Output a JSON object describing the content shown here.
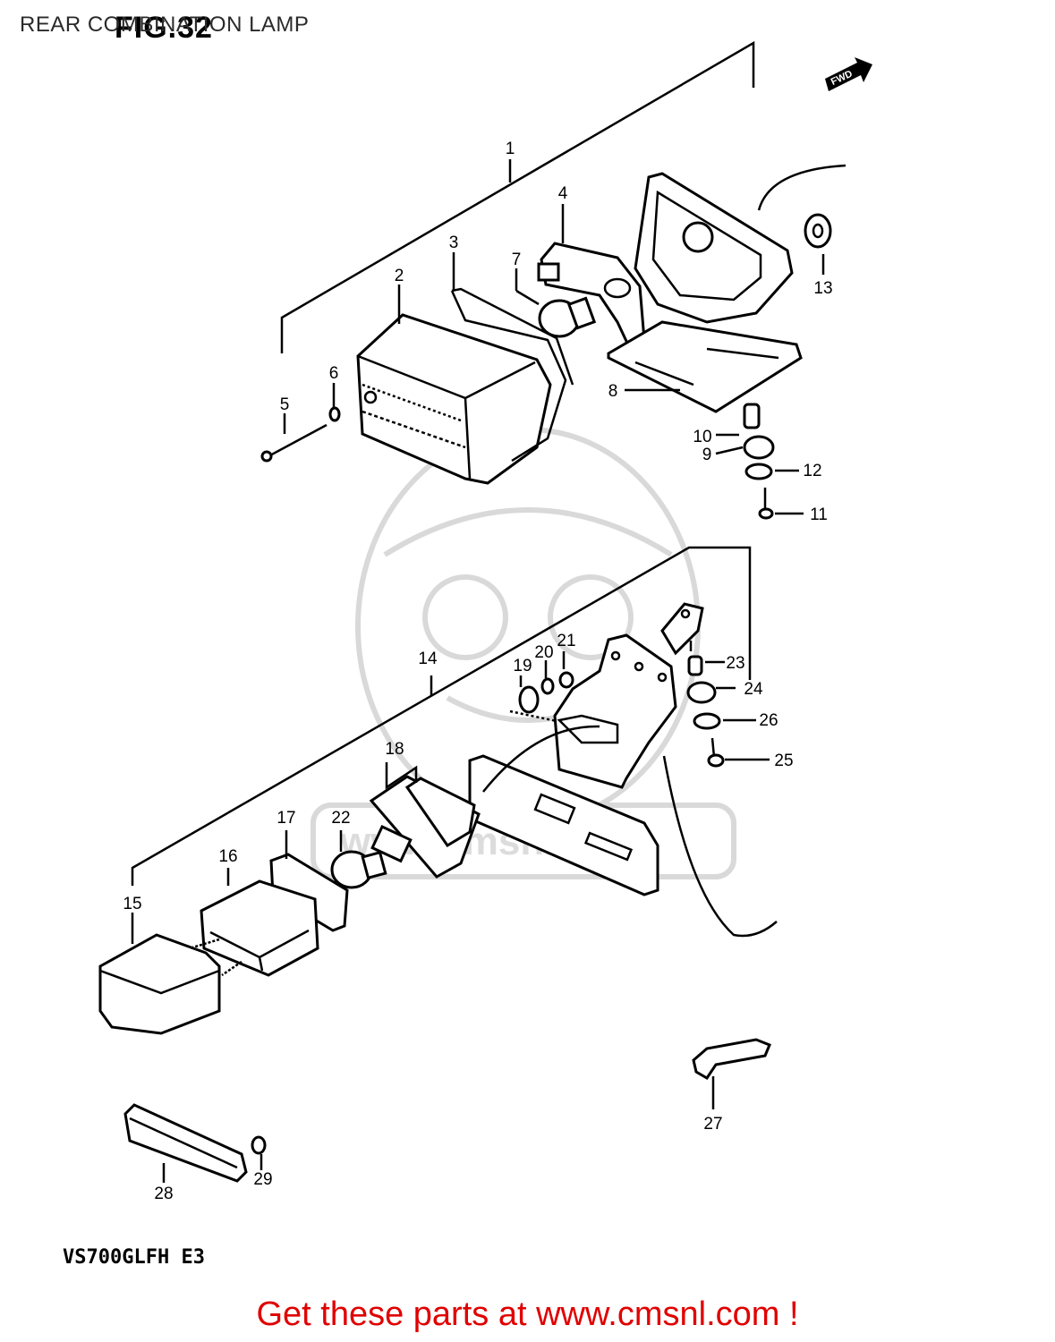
{
  "title": "REAR COMBINATION LAMP",
  "figure_label": "FIG.32",
  "model_code": "VS700GLFH E3",
  "call_to_action": "Get these parts at www.cmsnl.com !",
  "fwd_arrow_label": "FWD",
  "watermark_text": "www.cmsnl.com",
  "colors": {
    "cta": "#e00000",
    "line": "#000000",
    "watermark": "#d9d9d9"
  },
  "parts": {
    "p1": "1",
    "p2": "2",
    "p3": "3",
    "p4": "4",
    "p5": "5",
    "p6": "6",
    "p7": "7",
    "p8": "8",
    "p9": "9",
    "p10": "10",
    "p11": "11",
    "p12": "12",
    "p13": "13",
    "p14": "14",
    "p15": "15",
    "p16": "16",
    "p17": "17",
    "p18": "18",
    "p19": "19",
    "p20": "20",
    "p21": "21",
    "p22": "22",
    "p23": "23",
    "p24": "24",
    "p25": "25",
    "p26": "26",
    "p27": "27",
    "p28": "28",
    "p29": "29"
  }
}
